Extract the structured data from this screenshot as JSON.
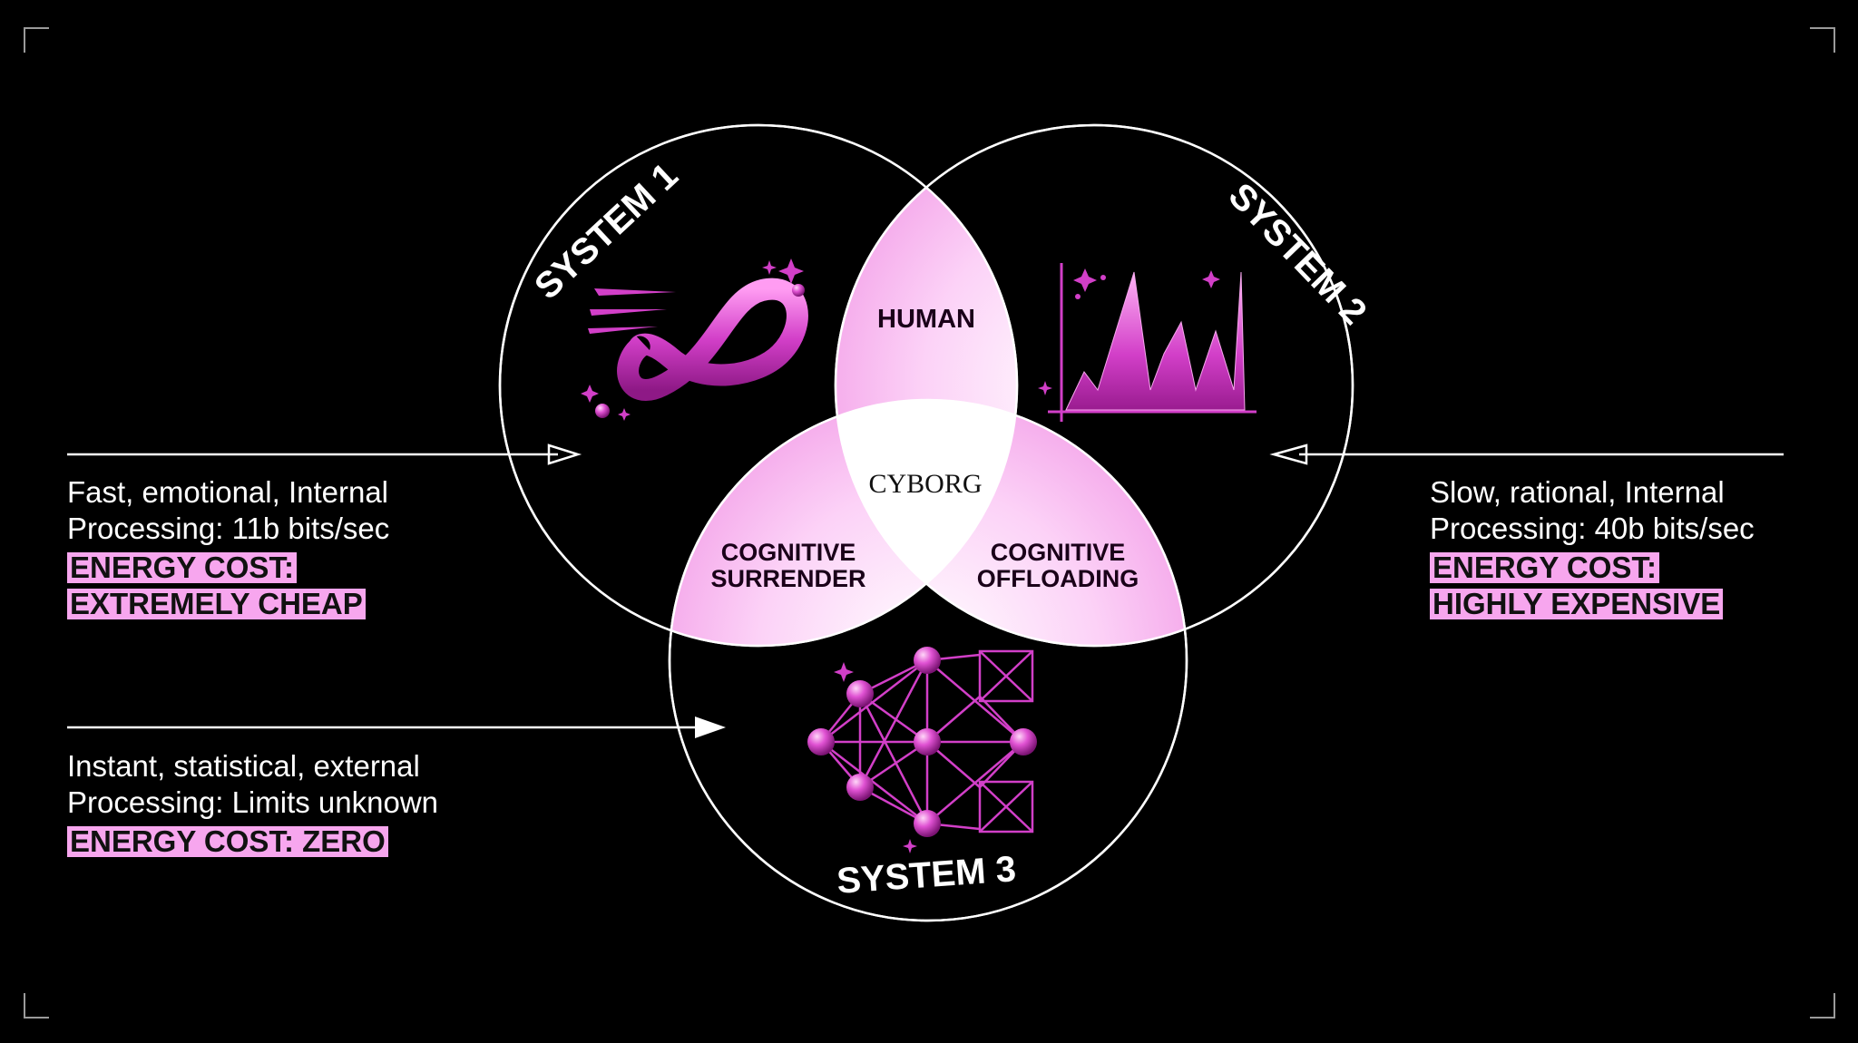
{
  "diagram": {
    "systems": [
      {
        "name": "SYSTEM 1",
        "icon": "infinity-loop-icon"
      },
      {
        "name": "SYSTEM 2",
        "icon": "spiky-chart-icon"
      },
      {
        "name": "SYSTEM 3",
        "icon": "neural-network-icon"
      }
    ],
    "intersections": {
      "s1_s2": "HUMAN",
      "s1_s3": [
        "COGNITIVE",
        "SURRENDER"
      ],
      "s2_s3": [
        "COGNITIVE",
        "OFFLOADING"
      ],
      "center": "CYBORG"
    },
    "colors": {
      "background": "#000000",
      "accent_pink": "#f7a6ee",
      "icon_magenta": "#d23fc8",
      "outline": "#ffffff"
    }
  },
  "descriptions": {
    "system1": {
      "lines": [
        "Fast, emotional, Internal",
        "Processing: 11b bits/sec"
      ],
      "tags": [
        "ENERGY COST:",
        "EXTREMELY CHEAP"
      ]
    },
    "system2": {
      "lines": [
        "Slow, rational, Internal",
        "Processing: 40b bits/sec"
      ],
      "tags": [
        "ENERGY COST:",
        "HIGHLY EXPENSIVE"
      ]
    },
    "system3": {
      "lines": [
        "Instant, statistical, external",
        "Processing: Limits unknown"
      ],
      "tags": [
        "ENERGY COST: ZERO"
      ]
    }
  }
}
